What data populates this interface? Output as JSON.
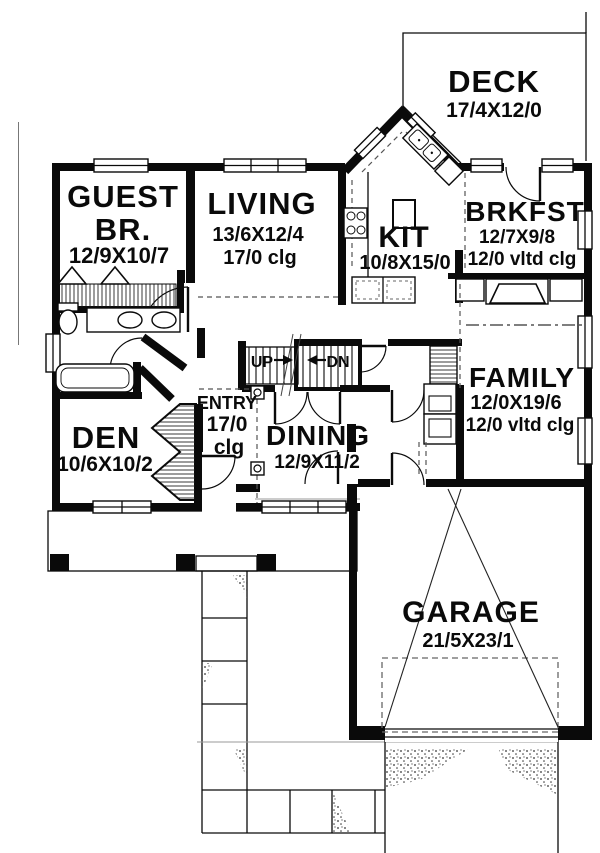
{
  "document": {
    "type": "house-first-floor-plan"
  },
  "colors": {
    "line": "#0a0a0a",
    "background": "#ffffff"
  },
  "rooms": {
    "deck": {
      "name": "DECK",
      "dims": "17/4X12/0"
    },
    "guest_bedroom": {
      "name_line1": "GUEST",
      "name_line2": "BR.",
      "dims": "12/9X10/7"
    },
    "living": {
      "name": "LIVING",
      "dims": "13/6X12/4",
      "ceiling": "17/0 clg"
    },
    "kitchen": {
      "name": "KIT",
      "dims": "10/8X15/0"
    },
    "breakfast": {
      "name": "BRKFST",
      "dims": "12/7X9/8",
      "ceiling": "12/0 vltd clg"
    },
    "family": {
      "name": "FAMILY",
      "dims": "12/0X19/6",
      "ceiling": "12/0 vltd clg"
    },
    "den": {
      "name": "DEN",
      "dims": "10/6X10/2"
    },
    "entry": {
      "name": "ENTRY",
      "ceiling_line1": "17/0",
      "ceiling_line2": "clg"
    },
    "dining": {
      "name": "DINING",
      "dims": "12/9X11/2"
    },
    "garage": {
      "name": "GARAGE",
      "dims": "21/5X23/1"
    }
  },
  "stairs": {
    "up_label": "UP",
    "down_label": "DN"
  }
}
